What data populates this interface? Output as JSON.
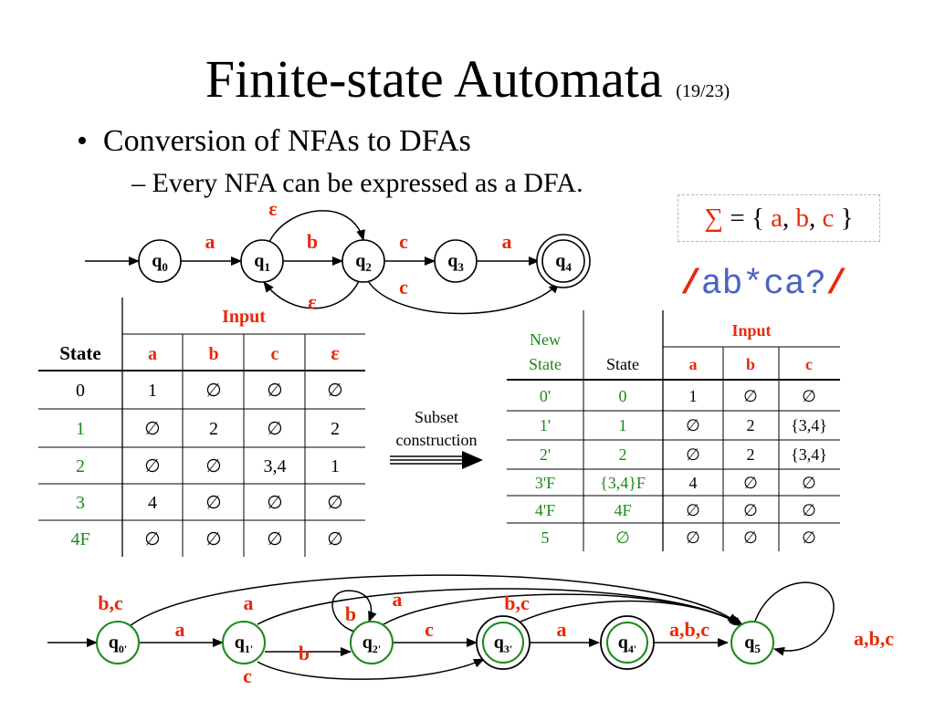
{
  "slide": {
    "title": "Finite-state Automata",
    "title_counter": "(19/23)",
    "bullet": "Conversion of NFAs to DFAs",
    "sub_bullet": "Every NFA can be expressed as a DFA.",
    "alphabet": {
      "sigma": "∑",
      "eq_open": "= {",
      "a": "a",
      "sep1": ",",
      "b": "b",
      "sep2": ",",
      "c": "c",
      "close": "}"
    },
    "regex": {
      "slash1": "/",
      "expr": "ab*ca?",
      "slash2": "/"
    },
    "subset_label_1": "Subset",
    "subset_label_2": "construction"
  },
  "nfa": {
    "states": [
      {
        "label": "q",
        "sub": "0"
      },
      {
        "label": "q",
        "sub": "1"
      },
      {
        "label": "q",
        "sub": "2"
      },
      {
        "label": "q",
        "sub": "3"
      },
      {
        "label": "q",
        "sub": "4"
      }
    ],
    "edge_labels": {
      "q0_q1": "a",
      "q1_q2": "b",
      "q2_q3": "c",
      "q3_q4": "a",
      "q1_q2_eps": "ε",
      "q2_q1_eps": "ε",
      "q2_q4": "c"
    }
  },
  "nfa_table": {
    "input_header": "Input",
    "state_header": "State",
    "columns": [
      "a",
      "b",
      "c",
      "ε"
    ],
    "rows": [
      {
        "state": "0",
        "cells": [
          "1",
          "∅",
          "∅",
          "∅"
        ]
      },
      {
        "state": "1",
        "cells": [
          "∅",
          "2",
          "∅",
          "2"
        ]
      },
      {
        "state": "2",
        "cells": [
          "∅",
          "∅",
          "3,4",
          "1"
        ]
      },
      {
        "state": "3",
        "cells": [
          "4",
          "∅",
          "∅",
          "∅"
        ]
      },
      {
        "state": "4F",
        "cells": [
          "∅",
          "∅",
          "∅",
          "∅"
        ]
      }
    ]
  },
  "dfa_table": {
    "input_header": "Input",
    "new_state_header_1": "New",
    "new_state_header_2": "State",
    "state_header": "State",
    "columns": [
      "a",
      "b",
      "c"
    ],
    "rows": [
      {
        "new": "0'",
        "state": "0",
        "cells": [
          "1",
          "∅",
          "∅"
        ]
      },
      {
        "new": "1'",
        "state": "1",
        "cells": [
          "∅",
          "2",
          "{3,4}"
        ]
      },
      {
        "new": "2'",
        "state": "2",
        "cells": [
          "∅",
          "2",
          "{3,4}"
        ]
      },
      {
        "new": "3'F",
        "state": "{3,4}F",
        "cells": [
          "4",
          "∅",
          "∅"
        ]
      },
      {
        "new": "4'F",
        "state": "4F",
        "cells": [
          "∅",
          "∅",
          "∅"
        ]
      },
      {
        "new": "5",
        "state": "∅",
        "cells": [
          "∅",
          "∅",
          "∅"
        ]
      }
    ]
  },
  "dfa": {
    "states": [
      {
        "label": "q",
        "sub": "0'"
      },
      {
        "label": "q",
        "sub": "1'"
      },
      {
        "label": "q",
        "sub": "2'"
      },
      {
        "label": "q",
        "sub": "3'"
      },
      {
        "label": "q",
        "sub": "4'"
      },
      {
        "label": "q",
        "sub": "5"
      }
    ],
    "edge_labels": {
      "q0_q5": "b,c",
      "q1_q5": "a",
      "q2_self": "b",
      "q2_q5": "a",
      "q3_q5": "b,c",
      "q0_q1": "a",
      "q1_q2": "b",
      "q2_q3": "c",
      "q3_q4": "a",
      "q4_q5": "a,b,c",
      "q1_q3": "c",
      "q5_self": "a,b,c"
    }
  },
  "colors": {
    "accent_red": "#e8290b",
    "state_green": "#1a8a1a",
    "regex_blue": "#4b62c4"
  }
}
